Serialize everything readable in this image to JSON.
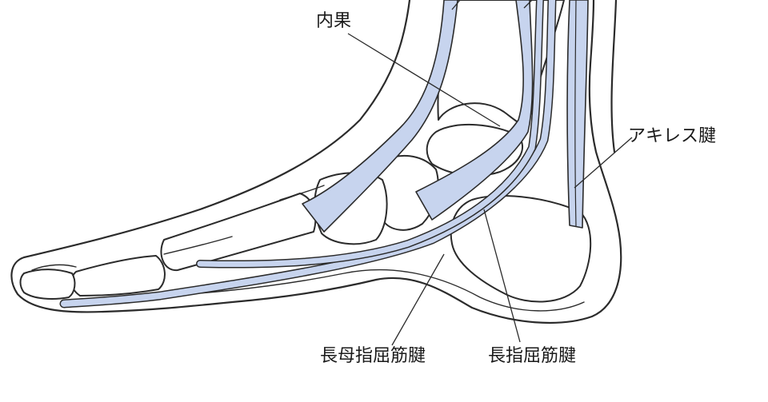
{
  "labels": {
    "medial_malleolus": "内果",
    "achilles_tendon": "アキレス腱",
    "flexor_hallucis_longus_tendon": "長母指屈筋腱",
    "flexor_digitorum_longus_tendon": "長指屈筋腱"
  },
  "colors": {
    "tendon_fill": "#c7d4ee",
    "line": "#2b2b2b",
    "background": "#ffffff"
  }
}
